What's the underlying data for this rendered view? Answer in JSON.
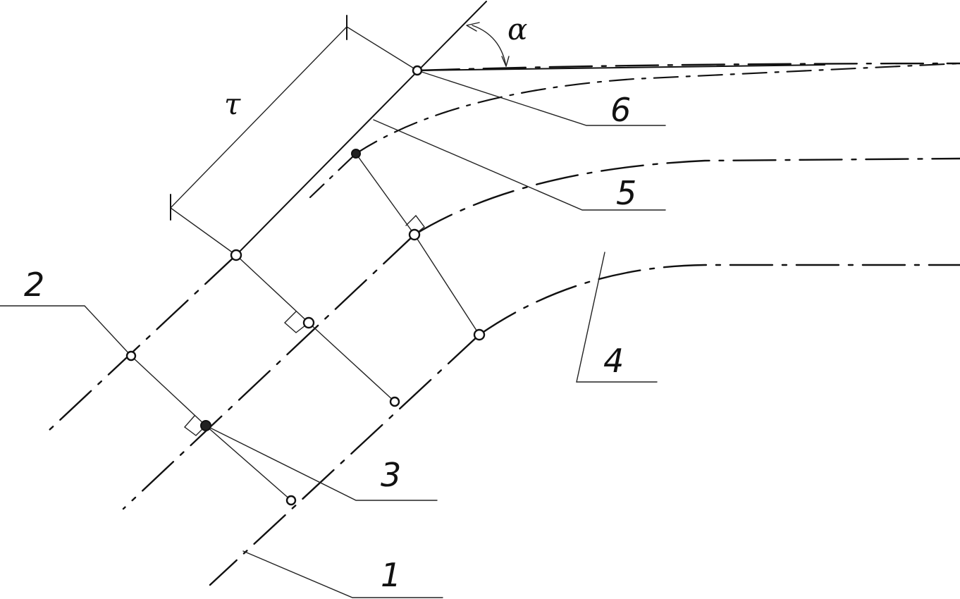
{
  "labels": {
    "l1": "1",
    "l2": "2",
    "l3": "3",
    "l4": "4",
    "l5": "5",
    "l6": "6",
    "tau": "τ",
    "alpha": "α"
  },
  "colors": {
    "ink": "#111111",
    "paper": "#ffffff"
  }
}
